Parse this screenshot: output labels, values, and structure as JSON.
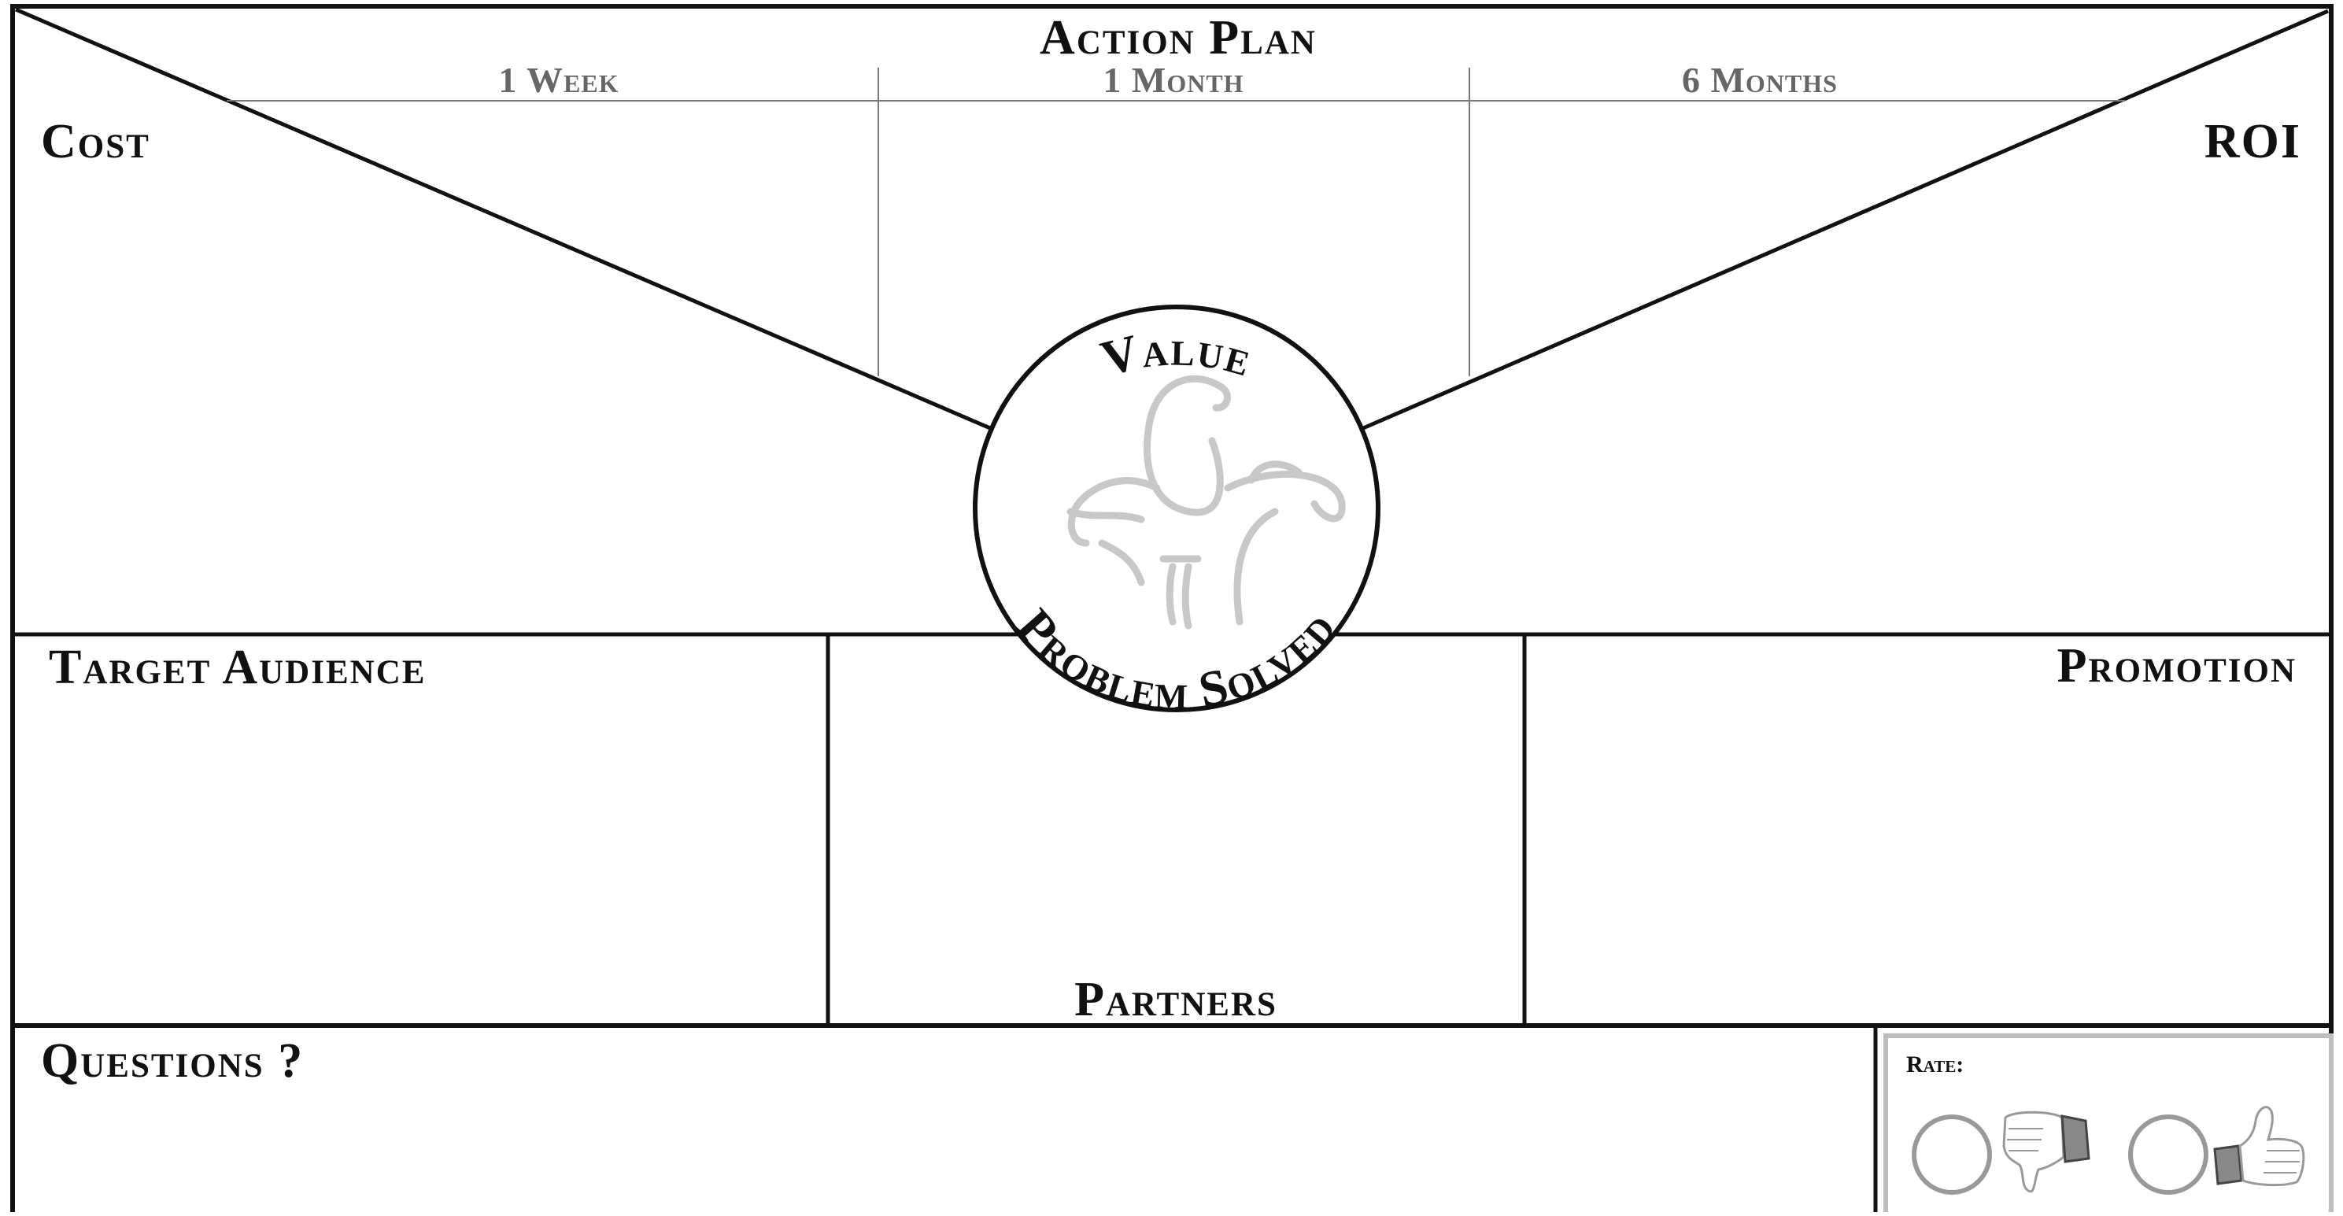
{
  "canvas": {
    "title": "Action Plan",
    "timeline_columns": [
      "1 Week",
      "1 Month",
      "6 Months"
    ],
    "corners": {
      "left": "Cost",
      "right": "ROI"
    },
    "center": {
      "top_label": "Value",
      "bottom_label": "Problem Solved",
      "logo": "flamingo-logo-icon"
    },
    "middle_row": {
      "left": "Target Audience",
      "center": "Partners",
      "right": "Promotion"
    },
    "bottom_row": {
      "questions": "Questions ?",
      "rate_label": "Rate:",
      "rate_options": [
        {
          "name": "thumbs-down",
          "icon": "thumbs-down-icon"
        },
        {
          "name": "thumbs-up",
          "icon": "thumbs-up-icon"
        }
      ]
    }
  },
  "colors": {
    "border": "#111111",
    "thin_line": "#777777",
    "muted_text": "#666666",
    "logo": "#c8c8c8",
    "rate_border": "#bdbdbd"
  }
}
